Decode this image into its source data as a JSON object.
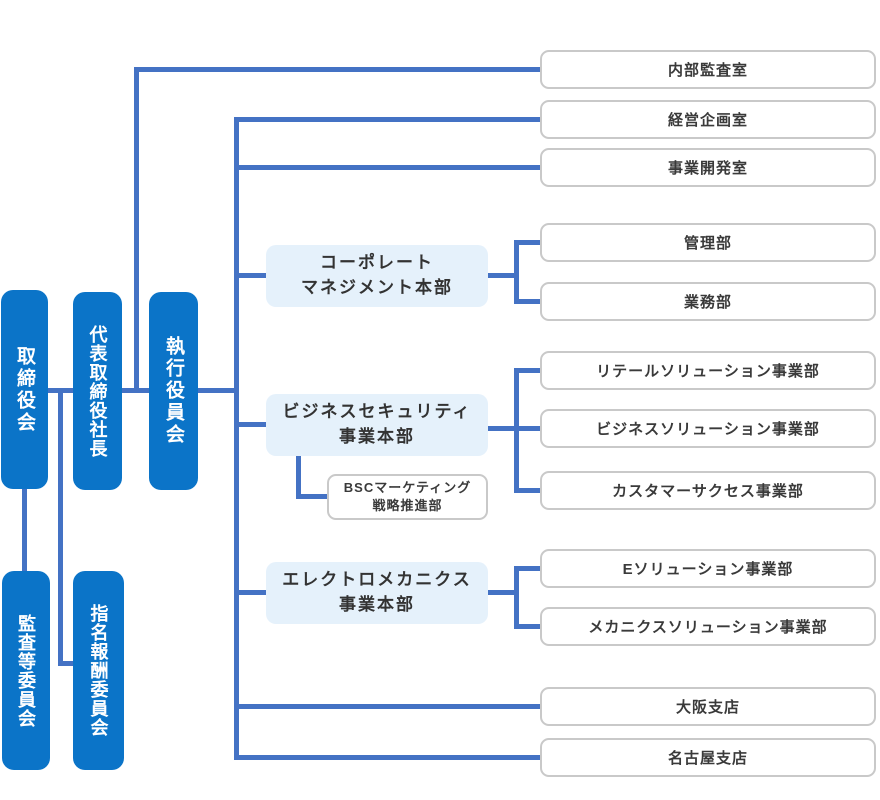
{
  "colors": {
    "pillar_blue": "#0b74c8",
    "connector_blue": "#4472c4",
    "division_bg": "#e5f1fb",
    "box_border": "#c9c9c9",
    "text_dark": "#3a3a3a"
  },
  "governance": {
    "board": {
      "label": "取締役会"
    },
    "president": {
      "label": "代表取締役社長"
    },
    "executive_council": {
      "label": "執行役員会"
    },
    "audit_committee": {
      "label": "監査等委員会"
    },
    "nomination_compensation_committee": {
      "label": "指名報酬委員会"
    }
  },
  "staff_offices": {
    "internal_audit": {
      "label": "内部監査室"
    },
    "corporate_planning": {
      "label": "経営企画室"
    },
    "business_development": {
      "label": "事業開発室"
    }
  },
  "divisions": {
    "corporate_management": {
      "label": "コーポレート\nマネジメント本部",
      "departments": [
        {
          "label": "管理部"
        },
        {
          "label": "業務部"
        }
      ]
    },
    "business_security": {
      "label": "ビジネスセキュリティ\n事業本部",
      "staff_dept": {
        "label": "BSCマーケティング\n戦略推進部"
      },
      "departments": [
        {
          "label": "リテールソリューション事業部"
        },
        {
          "label": "ビジネスソリューション事業部"
        },
        {
          "label": "カスタマーサクセス事業部"
        }
      ]
    },
    "electro_mechanics": {
      "label": "エレクトロメカニクス\n事業本部",
      "departments": [
        {
          "label": "Eソリューション事業部"
        },
        {
          "label": "メカニクスソリューション事業部"
        }
      ]
    }
  },
  "branches": [
    {
      "label": "大阪支店"
    },
    {
      "label": "名古屋支店"
    }
  ]
}
